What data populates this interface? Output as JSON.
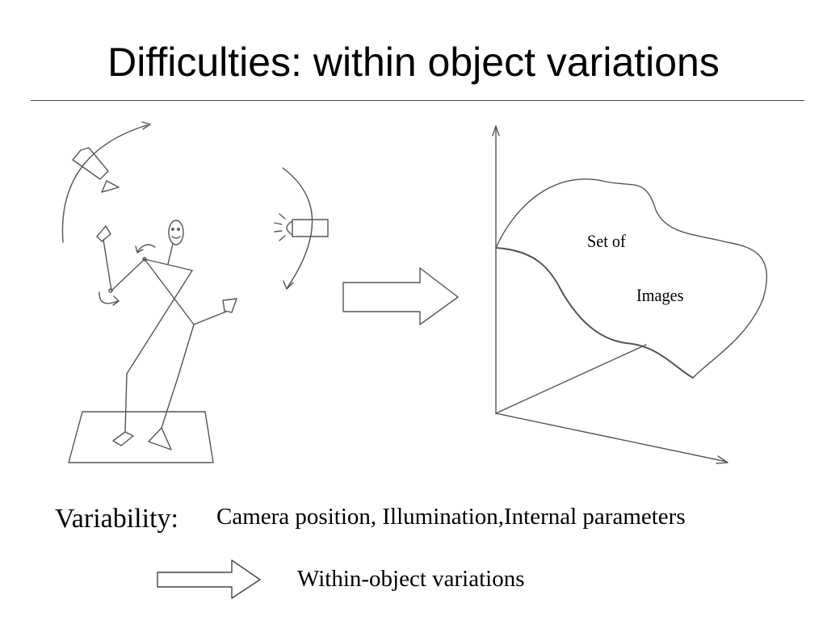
{
  "slide": {
    "title": "Difficulties: within object variations"
  },
  "diagram": {
    "manifold_label_line1": "Set of",
    "manifold_label_line2": "Images",
    "stroke_color": "#555555"
  },
  "footer": {
    "variability_label": "Variability:",
    "factors_text": "Camera position, Illumination,Internal parameters",
    "conclusion_text": "Within-object variations"
  }
}
